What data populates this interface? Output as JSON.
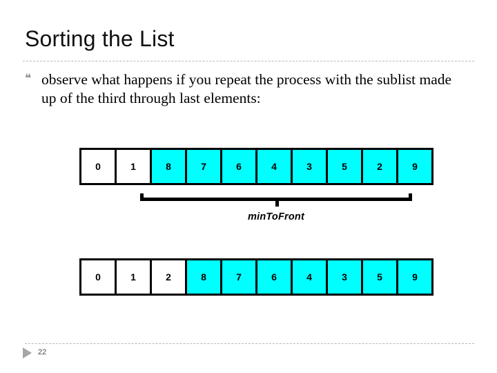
{
  "slide": {
    "title": "Sorting the List",
    "page_number": "22",
    "bullet_glyph": "❝",
    "bullet_text": "observe what happens if you repeat the process with the sublist made up of the third through last elements:",
    "nav_icon": "play-triangle-icon"
  },
  "colors": {
    "highlight": "#00FFFF",
    "plain": "#FFFFFF",
    "border": "#000000",
    "rule": "#B8B8B8",
    "bullet": "#8C8C8C",
    "footer_triangle": "#A6A6A6"
  },
  "arrays": {
    "top": {
      "name": "list-before",
      "cells": [
        {
          "value": "0",
          "highlighted": false
        },
        {
          "value": "1",
          "highlighted": false
        },
        {
          "value": "8",
          "highlighted": true
        },
        {
          "value": "7",
          "highlighted": true
        },
        {
          "value": "6",
          "highlighted": true
        },
        {
          "value": "4",
          "highlighted": true
        },
        {
          "value": "3",
          "highlighted": true
        },
        {
          "value": "5",
          "highlighted": true
        },
        {
          "value": "2",
          "highlighted": true
        },
        {
          "value": "9",
          "highlighted": true
        }
      ]
    },
    "bottom": {
      "name": "list-after",
      "cells": [
        {
          "value": "0",
          "highlighted": false
        },
        {
          "value": "1",
          "highlighted": false
        },
        {
          "value": "2",
          "highlighted": false
        },
        {
          "value": "8",
          "highlighted": true
        },
        {
          "value": "7",
          "highlighted": true
        },
        {
          "value": "6",
          "highlighted": true
        },
        {
          "value": "4",
          "highlighted": true
        },
        {
          "value": "3",
          "highlighted": true
        },
        {
          "value": "5",
          "highlighted": true
        },
        {
          "value": "9",
          "highlighted": true
        }
      ]
    }
  },
  "bracket": {
    "label": "minToFront"
  }
}
